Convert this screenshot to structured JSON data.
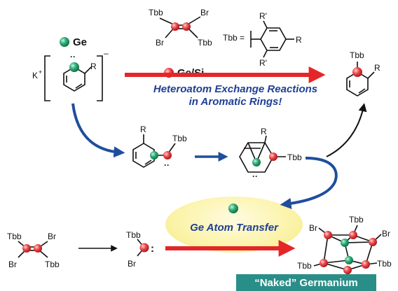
{
  "legend": {
    "ge_label": "Ge",
    "gesi_label": "Ge/Si",
    "ge_color": "#2fb07a",
    "gesi_color": "#e2373f"
  },
  "captions": {
    "exchange_line1": "Heteroatom Exchange Reactions",
    "exchange_line2": "in Aromatic Rings!",
    "atom_transfer": "Ge Atom Transfer",
    "naked_banner": "“Naked” Germanium"
  },
  "labels": {
    "tbb": "Tbb",
    "br": "Br",
    "r": "R",
    "r_prime": "R'",
    "k_plus": "K",
    "plus": "+",
    "minus": "–",
    "tbb_equals": "Tbb =",
    "lone_pair": "··",
    "colon": ":"
  },
  "colors": {
    "arrow_red": "#e52628",
    "arrow_blue": "#1f4e9c",
    "caption_blue": "#1f3f93",
    "ellipse_yellow": "#fbf3a8",
    "banner_teal": "#2a8e88"
  }
}
